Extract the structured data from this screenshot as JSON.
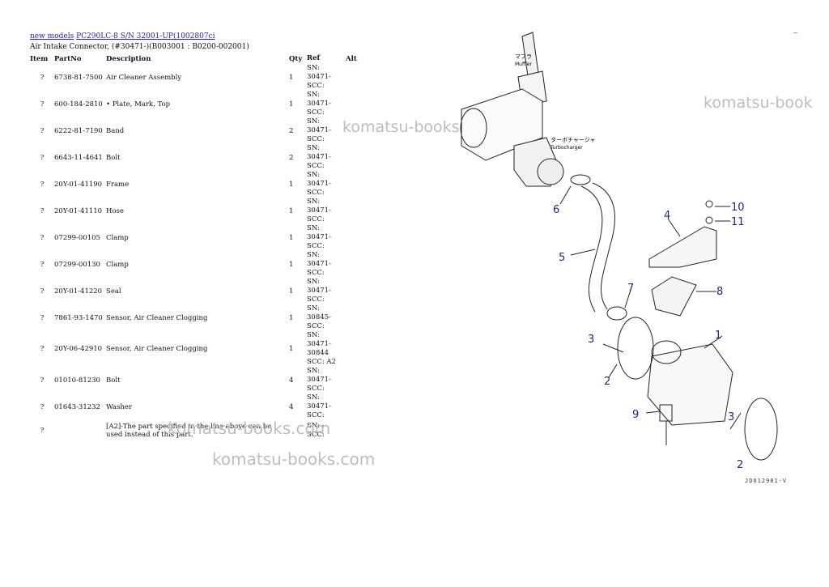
{
  "breadcrumb": {
    "link1": "new models",
    "link2": "PC290LC-8 S/N  32001-UP(1002807ci"
  },
  "subtitle": "Air Intake Connector, (#30471-)(B003001 : B0200-002001)",
  "top_mark": "_",
  "table": {
    "headers": {
      "item": "Item",
      "partno": "PartNo",
      "description": "Description",
      "qty": "Qty",
      "ref": "Ref",
      "alt": "Alt"
    },
    "rows": [
      {
        "item": "?",
        "partno": "6738-81-7500",
        "description": "Air Cleaner Assembly",
        "qty": "1",
        "ref1": "SN: 30471-",
        "ref2": "SCC:"
      },
      {
        "item": "?",
        "partno": "600-184-2810",
        "description": "• Plate, Mark, Top",
        "qty": "1",
        "ref1": "SN: 30471-",
        "ref2": "SCC:"
      },
      {
        "item": "?",
        "partno": "6222-81-7190",
        "description": "Band",
        "qty": "2",
        "ref1": "SN: 30471-",
        "ref2": "SCC:"
      },
      {
        "item": "?",
        "partno": "6643-11-4641",
        "description": "Bolt",
        "qty": "2",
        "ref1": "SN: 30471-",
        "ref2": "SCC:"
      },
      {
        "item": "?",
        "partno": "20Y-01-41190",
        "description": "Frame",
        "qty": "1",
        "ref1": "SN: 30471-",
        "ref2": "SCC:"
      },
      {
        "item": "?",
        "partno": "20Y-01-41110",
        "description": "Hose",
        "qty": "1",
        "ref1": "SN: 30471-",
        "ref2": "SCC:"
      },
      {
        "item": "?",
        "partno": "07299-00105",
        "description": "Clamp",
        "qty": "1",
        "ref1": "SN: 30471-",
        "ref2": "SCC:"
      },
      {
        "item": "?",
        "partno": "07299-00130",
        "description": "Clamp",
        "qty": "1",
        "ref1": "SN: 30471-",
        "ref2": "SCC:"
      },
      {
        "item": "?",
        "partno": "20Y-01-41220",
        "description": "Seal",
        "qty": "1",
        "ref1": "SN: 30471-",
        "ref2": "SCC:"
      },
      {
        "item": "?",
        "partno": "7861-93-1470",
        "description": "Sensor, Air Cleaner Clogging",
        "qty": "1",
        "ref1": "SN: 30845-",
        "ref2": "SCC:"
      },
      {
        "item": "?",
        "partno": "20Y-06-42910",
        "description": "Sensor, Air Cleaner Clogging",
        "qty": "1",
        "ref1": "SN: 30471-30844",
        "ref2": "SCC: A2"
      },
      {
        "item": "?",
        "partno": "01010-81230",
        "description": "Bolt",
        "qty": "4",
        "ref1": "SN: 30471-",
        "ref2": "SCC:"
      },
      {
        "item": "?",
        "partno": "01643-31232",
        "description": "Washer",
        "qty": "4",
        "ref1": "SN: 30471-",
        "ref2": "SCC:"
      },
      {
        "item": "?",
        "partno": "",
        "description": "[A2]-The part specified in the line above can be used instead of this part.",
        "qty": "",
        "ref1": "SN: -",
        "ref2": "SCC:"
      }
    ]
  },
  "watermarks": [
    "komatsu-books.com",
    "komatsu-book",
    "komatsu-books.com",
    "komatsu-books.com"
  ],
  "diagram": {
    "callouts": [
      "1",
      "2",
      "3",
      "4",
      "5",
      "6",
      "7",
      "8",
      "9",
      "10",
      "11",
      "3",
      "2"
    ],
    "label_muffler_jp": "マフラ",
    "label_muffler": "Muffler",
    "label_turbo_jp": "ターボチャージャ",
    "label_turbo": "Turbocharger",
    "code": "JD012981-V"
  }
}
